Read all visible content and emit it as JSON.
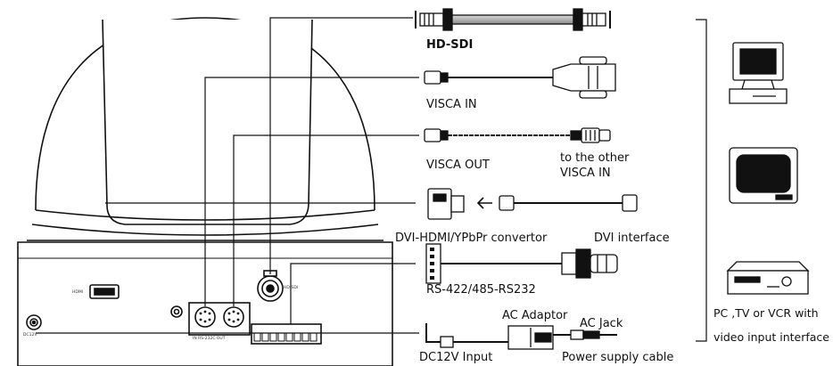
{
  "camera": {
    "port_hdmi": "HDMI",
    "port_hdsdi": "HD-SDI",
    "port_rs232c": "IN RS-232C OUT",
    "port_dc12v": "DC12V"
  },
  "cables": [
    {
      "id": "hdsdi",
      "label": "HD-SDI"
    },
    {
      "id": "visca-in",
      "label": "VISCA IN"
    },
    {
      "id": "visca-out",
      "label": "VISCA OUT",
      "label_right_line1": "to the other",
      "label_right_line2": "VISCA IN"
    },
    {
      "id": "dvi",
      "label_left": "DVI-HDMI/YPbPr convertor",
      "label_right": "DVI interface"
    },
    {
      "id": "rs422",
      "label": "RS-422/485-RS232"
    },
    {
      "id": "power",
      "label_left": "DC12V Input",
      "label_top": "AC Adaptor",
      "label_right_top": "AC Jack",
      "label_right_bottom": "Power supply cable"
    }
  ],
  "devices": {
    "caption_line1": "PC ,TV or VCR with",
    "caption_line2": "video input interface"
  }
}
